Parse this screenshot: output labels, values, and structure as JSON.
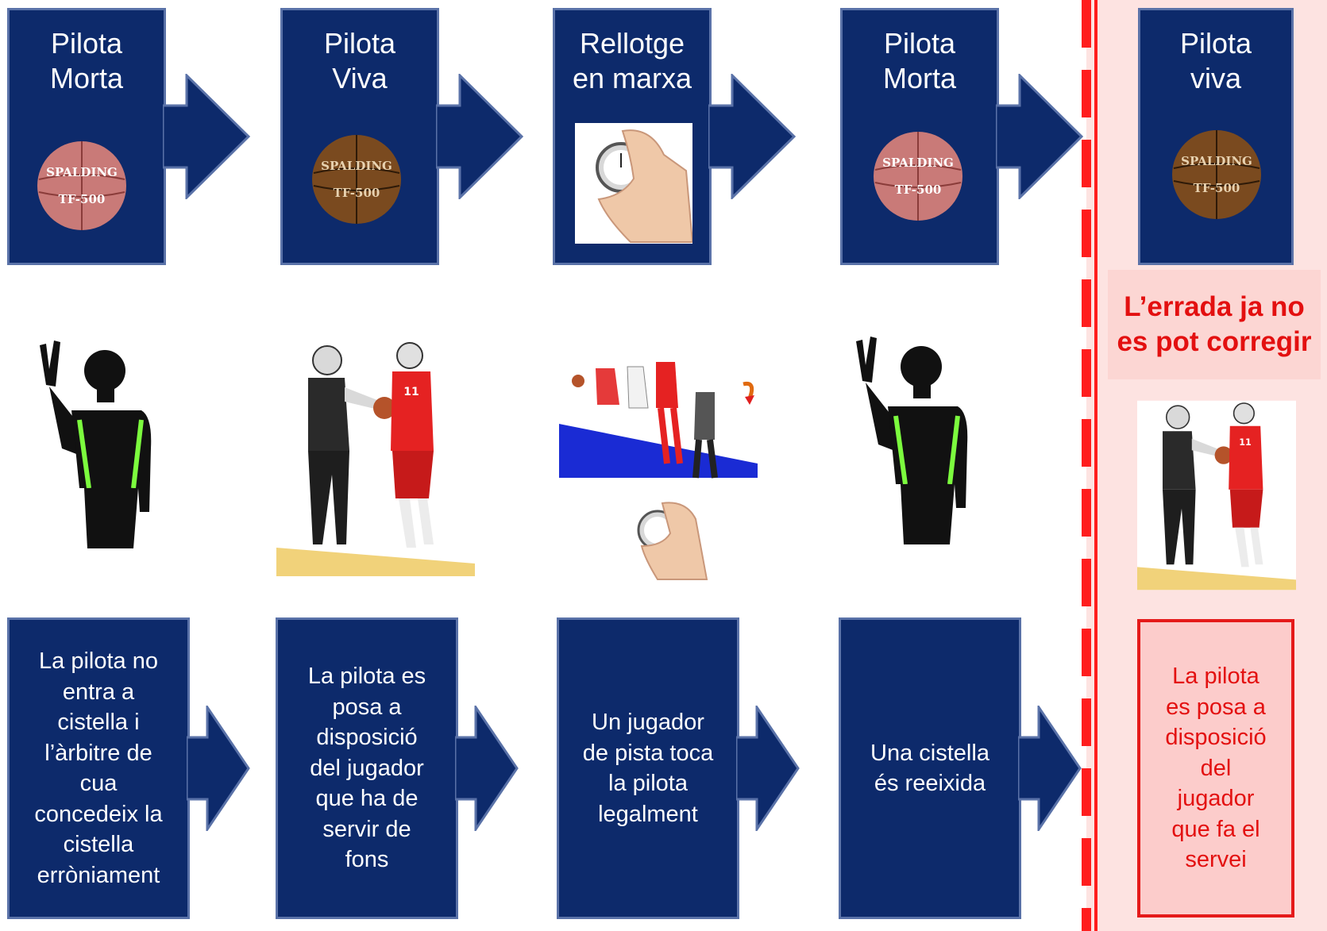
{
  "top_steps": [
    {
      "lines": [
        "Pilota",
        "Morta"
      ],
      "icon": "basketball-dead-icon"
    },
    {
      "lines": [
        "Pilota",
        "Viva"
      ],
      "icon": "basketball-live-icon"
    },
    {
      "lines": [
        "Rellotge",
        "en marxa"
      ],
      "icon": "stopwatch-hand-icon"
    },
    {
      "lines": [
        "Pilota",
        "Morta"
      ],
      "icon": "basketball-dead-icon"
    },
    {
      "lines": [
        "Pilota",
        "viva"
      ],
      "icon": "basketball-live-icon"
    }
  ],
  "bottom_steps": [
    {
      "lines": [
        "La pilota no",
        "entra a",
        "cistella i",
        "l’àrbitre de",
        "cua",
        "concedeix la",
        "cistella",
        "erròniament"
      ]
    },
    {
      "lines": [
        "La pilota es",
        "posa a",
        "disposició",
        "del jugador",
        "que ha de",
        "servir de",
        "fons"
      ]
    },
    {
      "lines": [
        "Un jugador",
        "de pista toca",
        "la pilota",
        "legalment"
      ]
    },
    {
      "lines": [
        "Una cistella",
        "és reeixida"
      ]
    }
  ],
  "warning": {
    "lines": [
      "L’errada ja no",
      "es pot corregir"
    ]
  },
  "final_step": {
    "lines": [
      "La pilota",
      "es posa a",
      "disposició",
      "del",
      "jugador",
      "que fa el",
      "servei"
    ]
  },
  "illustrations": [
    "referee-two-points-signal-icon",
    "referee-hands-ball-to-player-icon",
    "players-in-play-with-stopwatch-icon",
    "referee-two-points-signal-icon",
    "referee-hands-ball-to-player-icon"
  ],
  "colors": {
    "box": "#0d2a6b",
    "box_border": "#5a72a8",
    "alert": "#e31010",
    "alert_bg": "#fde3e1"
  }
}
